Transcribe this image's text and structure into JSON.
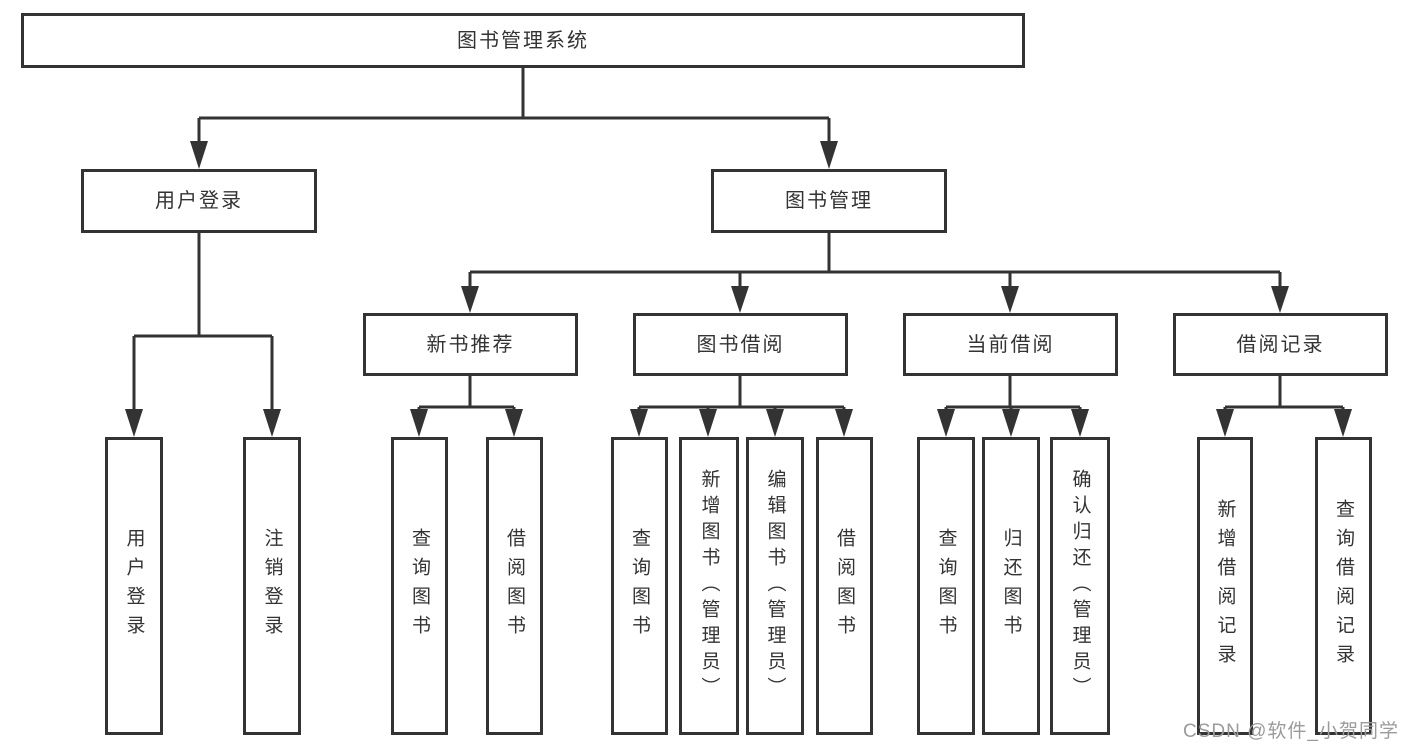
{
  "colors": {
    "line": "#333333",
    "node_border": "#333333",
    "text": "#333333",
    "background": "#ffffff",
    "watermark": "#9b9b9b"
  },
  "watermark": {
    "text": "CSDN @软件_小贺同学"
  },
  "diagram": {
    "type": "hierarchy-tree",
    "root": {
      "label": "图书管理系统"
    },
    "branches": {
      "user_login": {
        "label": "用户登录",
        "children": [
          {
            "label": "用户登录"
          },
          {
            "label": "注销登录"
          }
        ]
      },
      "book_management": {
        "label": "图书管理",
        "children": [
          {
            "label": "新书推荐",
            "children": [
              {
                "label": "查询图书"
              },
              {
                "label": "借阅图书"
              }
            ]
          },
          {
            "label": "图书借阅",
            "children": [
              {
                "label": "查询图书"
              },
              {
                "label": "新增图书（管理员）"
              },
              {
                "label": "编辑图书（管理员）"
              },
              {
                "label": "借阅图书"
              }
            ]
          },
          {
            "label": "当前借阅",
            "children": [
              {
                "label": "查询图书"
              },
              {
                "label": "归还图书"
              },
              {
                "label": "确认归还（管理员）"
              }
            ]
          },
          {
            "label": "借阅记录",
            "children": [
              {
                "label": "新增借阅记录"
              },
              {
                "label": "查询借阅记录"
              }
            ]
          }
        ]
      }
    }
  }
}
